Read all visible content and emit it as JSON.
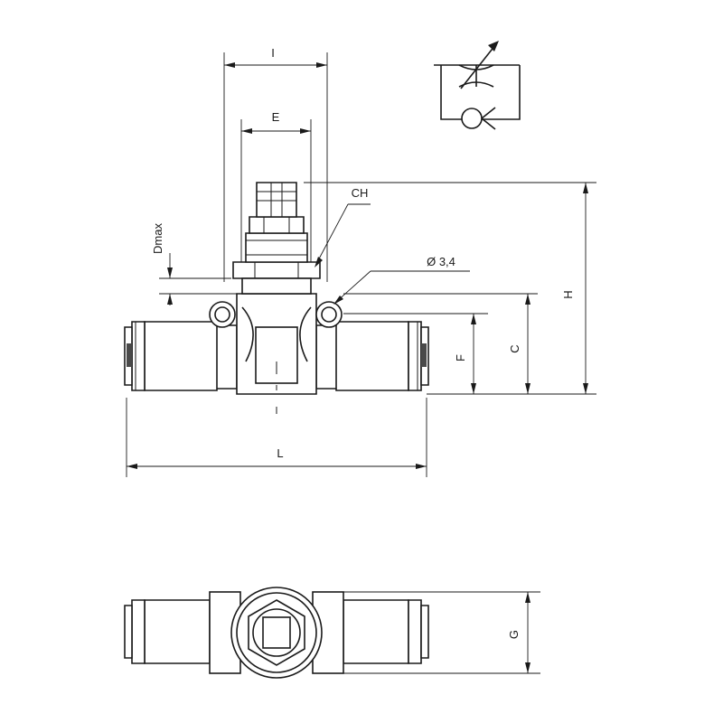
{
  "dimensions": {
    "I": "I",
    "E": "E",
    "CH": "CH",
    "Dmax": "Dmax",
    "hole": "Ø 3,4",
    "H": "H",
    "C": "C",
    "F": "F",
    "L": "L",
    "G": "G"
  },
  "symbol": "flow-regulator-with-check-valve-icon",
  "colors": {
    "line": "#1a1a1a",
    "background": "#ffffff",
    "shade": "#bdbdbd"
  }
}
